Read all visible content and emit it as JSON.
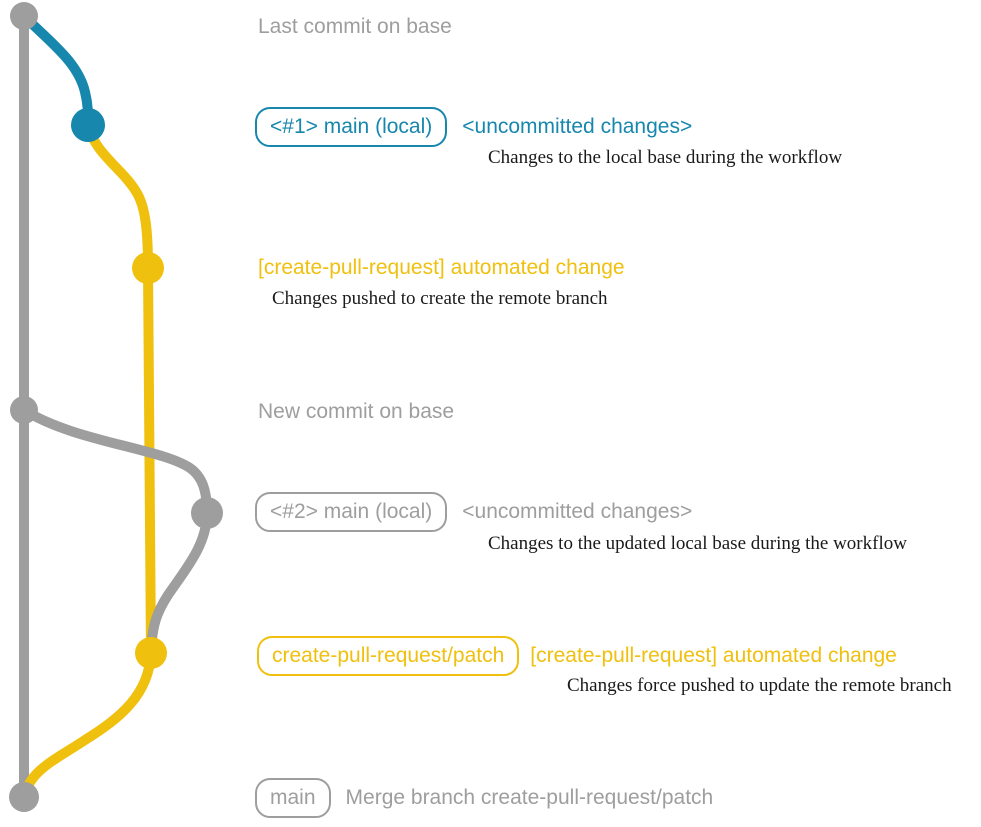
{
  "colors": {
    "gray": "#9e9e9e",
    "blue": "#1787ae",
    "yellow": "#f0c00e",
    "ink": "#1a1a1a",
    "background": "#ffffff"
  },
  "graph": {
    "description": "Git commit graph: gray base branch, blue/gray local main commits, yellow create-pull-request/patch branch",
    "nodes": [
      {
        "id": "base-last-commit",
        "color": "gray"
      },
      {
        "id": "local-main-1",
        "color": "blue"
      },
      {
        "id": "patch-commit-1",
        "color": "yellow"
      },
      {
        "id": "base-new-commit",
        "color": "gray"
      },
      {
        "id": "local-main-2",
        "color": "gray"
      },
      {
        "id": "patch-commit-2",
        "color": "yellow"
      },
      {
        "id": "merge-commit",
        "color": "gray"
      }
    ]
  },
  "annotations": {
    "last_commit": "Last commit on base",
    "row1": {
      "badge": "<#1> main (local)",
      "title": "<uncommitted changes>",
      "caption": "Changes to the local base during the workflow"
    },
    "row2": {
      "title": "[create-pull-request] automated change",
      "caption": "Changes pushed to create the remote branch"
    },
    "new_commit": "New commit on base",
    "row3": {
      "badge": "<#2> main (local)",
      "title": "<uncommitted changes>",
      "caption": "Changes to the updated local base during the workflow"
    },
    "row4": {
      "badge": "create-pull-request/patch",
      "title": "[create-pull-request] automated change",
      "caption": "Changes force pushed to update the remote branch"
    },
    "row5": {
      "badge": "main",
      "title": "Merge branch create-pull-request/patch"
    }
  }
}
